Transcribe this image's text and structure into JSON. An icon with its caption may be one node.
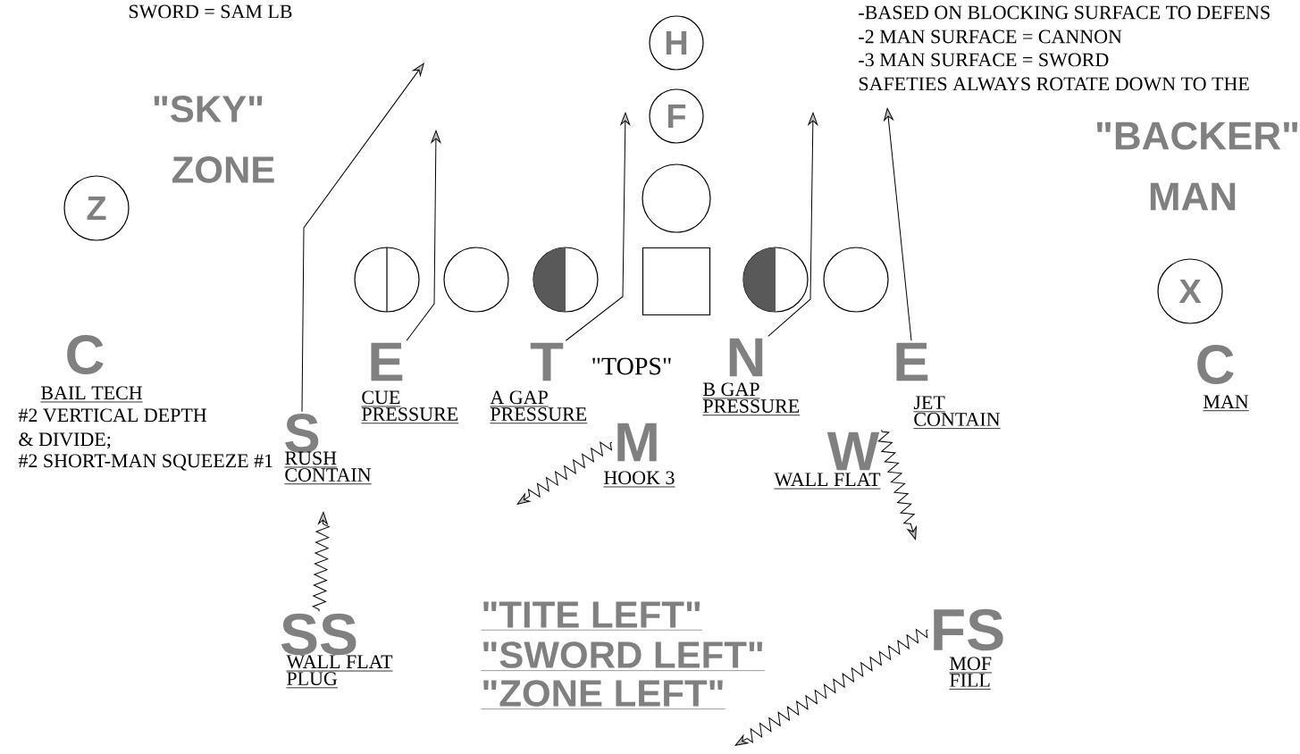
{
  "diagram": {
    "nodes": [
      {
        "text": [
          "H"
        ]
      },
      {
        "text": [
          "F"
        ]
      },
      {
        "text": [],
        "shape": "circle"
      },
      {
        "text": [
          "Z"
        ]
      },
      {
        "text": [],
        "shape": "circle"
      },
      {
        "text": [],
        "shape": "circle"
      },
      {
        "text": [],
        "shape": "circle"
      },
      {
        "text": [],
        "shape": "box"
      },
      {
        "text": [],
        "shape": "circle"
      },
      {
        "text": [],
        "shape": "circle"
      },
      {
        "text": [
          "X"
        ]
      },
      {
        "text": [
          "C"
        ],
        "beside": [
          "BAIL  TECH",
          "#2 VERTICAL DEPTH & DIVIDE;",
          "#2 SHORT-MAN SQUEEZE #1"
        ]
      },
      {
        "text": [
          "S"
        ],
        "beside": [
          "RUSH CONTAIN"
        ]
      },
      {
        "text": [
          "E"
        ],
        "beside": [
          "CUE PRESSURE"
        ]
      },
      {
        "text": [
          "T"
        ],
        "beside": [
          "A GAP PRESSURE"
        ]
      },
      {
        "text": [
          "N"
        ],
        "beside": [
          "B GAP PRESSURE"
        ]
      },
      {
        "text": [
          "E"
        ],
        "beside": [
          "JET CONTAIN"
        ]
      },
      {
        "text": [
          "M"
        ],
        "beside": [
          "HOOK 3"
        ]
      },
      {
        "text": [
          "W"
        ],
        "beside": [
          "WALL FLAT"
        ]
      },
      {
        "text": [
          "C"
        ],
        "beside": [
          "MAN"
        ]
      },
      {
        "text": [
          "SS"
        ],
        "beside": [
          "WALL FLAT PLUG"
        ]
      },
      {
        "text": [
          "FS"
        ],
        "beside": [
          "MOF FILL"
        ]
      }
    ],
    "edges": [
      {
        "from": 12,
        "to": null,
        "arrow": "to"
      },
      {
        "from": 13,
        "to": null,
        "arrow": "to"
      },
      {
        "from": 14,
        "to": null,
        "arrow": "to"
      },
      {
        "from": 15,
        "to": null,
        "arrow": "to"
      },
      {
        "from": 16,
        "to": null,
        "arrow": "to"
      },
      {
        "from": 17,
        "to": null,
        "arrow": "to"
      },
      {
        "from": 18,
        "to": null,
        "arrow": "to"
      },
      {
        "from": 20,
        "to": null,
        "arrow": "to"
      },
      {
        "from": 21,
        "to": null,
        "arrow": "to"
      }
    ],
    "labels": [
      "SWORD = SAM LB",
      "\"SKY\"",
      "ZONE",
      "-BASED ON BLOCKING SURFACE TO DEFENS",
      "-2 MAN SURFACE = CANNON",
      "-3 MAN SURFACE = SWORD",
      "SAFETIES ALWAYS ROTATE DOWN TO THE",
      "\"BACKER\"",
      "MAN",
      "\"TOPS\"",
      "\"TITE LEFT\"",
      "\"SWORD LEFT\"",
      "\"ZONE LEFT\""
    ]
  }
}
